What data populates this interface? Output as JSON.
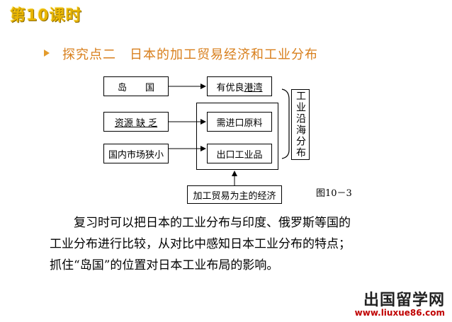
{
  "lesson_title": "第10课时",
  "section": {
    "heading": "探究点二　日本的加工贸易经济和工业分布"
  },
  "diagram": {
    "left_boxes": [
      "岛　　国",
      "资源 缺 乏",
      "国内市场狭小"
    ],
    "middle_boxes": {
      "top_prefix": "有优良",
      "top_underlined": "港湾",
      "needs": "需进口原料",
      "exports": "出口工业品"
    },
    "bottom_box": "加工贸易为主的经济",
    "vertical_box": "工业沿海分布",
    "figure_label": "图10－3"
  },
  "body": {
    "paragraph_lines": [
      "复习时可以把日本的工业分布与印度、俄罗斯等国的",
      "工业分布进行比较，从对比中感知日本工业分布的特点；",
      "抓住“岛国”的位置对日本工业布局的影响。"
    ]
  },
  "watermark": {
    "name": "出国留学网",
    "url": "www.liuxue86.com"
  },
  "colors": {
    "title": "#e8b400",
    "heading": "#d87f1c",
    "bullet": "#e39b2c",
    "watermark_url": "#c00000"
  }
}
